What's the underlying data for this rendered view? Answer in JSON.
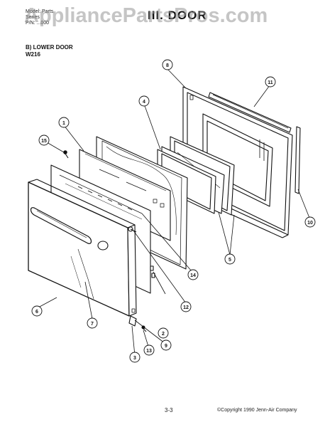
{
  "watermark": "AppliancePartsPros.com",
  "header": {
    "line1": "Model: Parts",
    "line2": "Series",
    "line3": "P/N: ...000",
    "title": "III. DOOR"
  },
  "section": {
    "name": "B) LOWER DOOR",
    "model": "W216"
  },
  "callouts": [
    "1",
    "2",
    "3",
    "4",
    "5",
    "6",
    "7",
    "8",
    "9",
    "10",
    "11",
    "12",
    "13",
    "14",
    "15"
  ],
  "footer": {
    "page": "3-3",
    "copyright": "©Copyright 1990 Jenn-Air Company"
  }
}
